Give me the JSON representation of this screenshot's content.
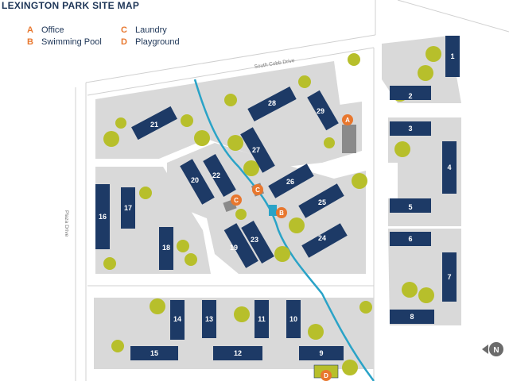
{
  "title": "LEXINGTON PARK SITE MAP",
  "legend": [
    {
      "key": "A",
      "label": "Office"
    },
    {
      "key": "B",
      "label": "Swimming Pool"
    },
    {
      "key": "C",
      "label": "Laundry"
    },
    {
      "key": "D",
      "label": "Playground"
    }
  ],
  "streets": {
    "south_cobb": "South Cobb Drive",
    "plaza": "Plaza Drive"
  },
  "buildings": [
    "1",
    "2",
    "3",
    "4",
    "5",
    "6",
    "7",
    "8",
    "9",
    "10",
    "11",
    "12",
    "13",
    "14",
    "15",
    "16",
    "17",
    "18",
    "19",
    "20",
    "21",
    "22",
    "23",
    "24",
    "25",
    "26",
    "27",
    "28",
    "29"
  ],
  "amenity_markers": [
    "A",
    "B",
    "C",
    "C",
    "D"
  ],
  "north_label": "N",
  "colors": {
    "building": "#1d3a66",
    "lot": "#d9d9d9",
    "tree": "#b7bf2b",
    "creek": "#2aa3c7",
    "marker": "#e8772e",
    "title": "#1d3557"
  }
}
